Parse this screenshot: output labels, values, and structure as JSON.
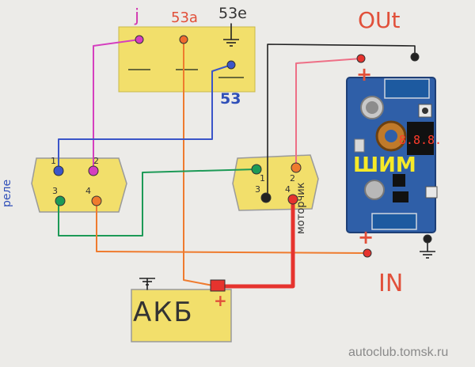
{
  "labels": {
    "j": "j",
    "t53a": "53a",
    "t53e": "53e",
    "t53": "53",
    "out": "OUt",
    "in": "IN",
    "akb": "АКБ",
    "shim": "ШИМ",
    "rele": "реле",
    "motorchik": "моторчик",
    "watermark": "autoclub.tomsk.ru"
  },
  "pins": {
    "p1": "1",
    "p2": "2",
    "p3": "3",
    "p4": "4"
  },
  "signs": {
    "plus": "+"
  },
  "display": {
    "digits": "8.8.8."
  },
  "colors": {
    "block_yellow": "#f2de6a",
    "wire_magenta": "#d53fbf",
    "wire_orange": "#ef7b2e",
    "wire_red": "#e6332e",
    "wire_blue": "#3b55c9",
    "wire_green": "#1d9a57",
    "wire_black": "#222222",
    "wire_pink": "#ee6f86",
    "pwm_board": "#2f5fa8"
  }
}
